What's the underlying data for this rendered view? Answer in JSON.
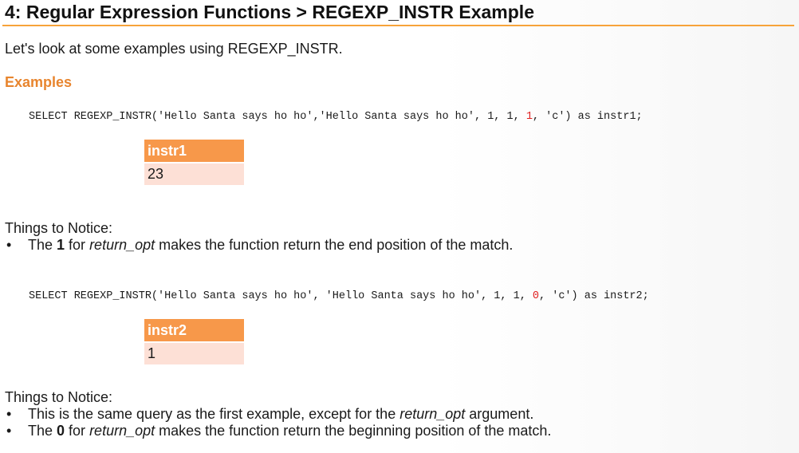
{
  "title": "4: Regular Expression Functions > REGEXP_INSTR Example",
  "intro": "Let's look at some examples using REGEXP_INSTR.",
  "examples_heading": "Examples",
  "example1": {
    "sql_before": "SELECT REGEXP_INSTR('Hello Santa says ho ho','Hello Santa says ho ho', 1, 1, ",
    "sql_highlight": "1",
    "sql_after": ", 'c') as instr1;",
    "highlight_color": "#e01e1e",
    "result_header": "instr1",
    "result_value": "23",
    "notice_label": "Things to Notice:",
    "bullets": [
      {
        "bullet": "•",
        "pre": "The ",
        "bold": "1",
        "mid": " for ",
        "italic": "return_opt",
        "post": " makes the function return the end position of the match."
      }
    ]
  },
  "example2": {
    "sql_before": "SELECT REGEXP_INSTR('Hello Santa says ho ho', 'Hello Santa says ho ho', 1, 1, ",
    "sql_highlight": "0",
    "sql_after": ", 'c') as instr2;",
    "highlight_color": "#e01e1e",
    "result_header": "instr2",
    "result_value": "1",
    "notice_label": "Things to Notice:",
    "bullets": [
      {
        "bullet": "•",
        "pre": "This is the same query as the first example, except for the ",
        "italic": "return_opt",
        "post": " argument."
      },
      {
        "bullet": "•",
        "pre": "The ",
        "bold": "0",
        "mid": " for ",
        "italic": "return_opt",
        "post": " makes the function return the beginning position of the match."
      }
    ]
  },
  "colors": {
    "accent_rule": "#f7a33a",
    "heading_orange": "#e8852e",
    "table_header_bg": "#f7984a",
    "table_cell_bg": "#fde0d6"
  }
}
